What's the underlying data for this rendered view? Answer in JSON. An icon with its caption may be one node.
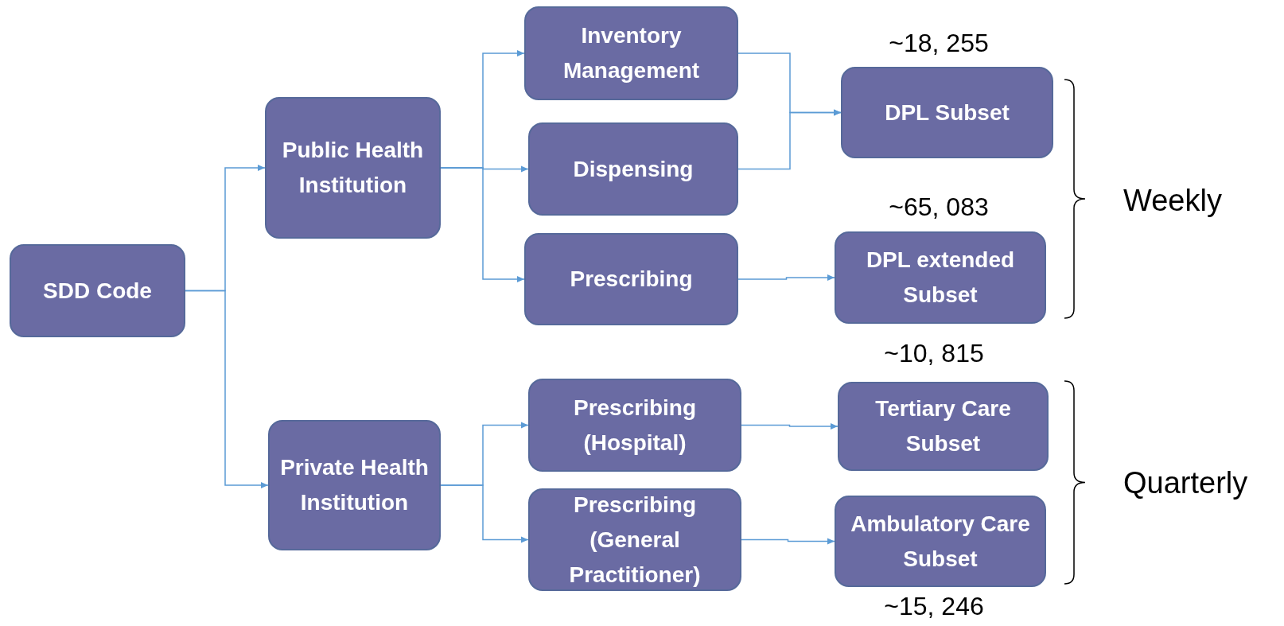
{
  "diagram": {
    "nodes": [
      {
        "text": [
          "SDD Code"
        ]
      },
      {
        "text": [
          "Public Health Institution"
        ]
      },
      {
        "text": [
          "Private Health Institution"
        ]
      },
      {
        "text": [
          "Inventory Management"
        ]
      },
      {
        "text": [
          "Dispensing"
        ]
      },
      {
        "text": [
          "Prescribing"
        ]
      },
      {
        "text": [
          "Prescribing (Hospital)"
        ]
      },
      {
        "text": [
          "Prescribing (General Practitioner)"
        ]
      },
      {
        "text": [
          "DPL Subset"
        ],
        "beside": [
          "~18, 255"
        ]
      },
      {
        "text": [
          "DPL extended Subset"
        ],
        "beside": [
          "~65, 083"
        ]
      },
      {
        "text": [
          "Tertiary Care Subset"
        ],
        "beside": [
          "~10, 815"
        ]
      },
      {
        "text": [
          "Ambulatory Care Subset"
        ],
        "beside": [
          "~15, 246"
        ]
      }
    ],
    "edges": [
      {
        "from": 0,
        "to": 1,
        "arrow": "to"
      },
      {
        "from": 0,
        "to": 2,
        "arrow": "to"
      },
      {
        "from": 1,
        "to": 3,
        "arrow": "to"
      },
      {
        "from": 1,
        "to": 4,
        "arrow": "to"
      },
      {
        "from": 1,
        "to": 5,
        "arrow": "to"
      },
      {
        "from": 2,
        "to": 6,
        "arrow": "to"
      },
      {
        "from": 2,
        "to": 7,
        "arrow": "to"
      },
      {
        "from": 3,
        "to": 8,
        "arrow": "to"
      },
      {
        "from": 4,
        "to": 8,
        "arrow": "to"
      },
      {
        "from": 5,
        "to": 9,
        "arrow": "to"
      },
      {
        "from": 6,
        "to": 10,
        "arrow": "to"
      },
      {
        "from": 7,
        "to": 11,
        "arrow": "to"
      }
    ],
    "labels": [
      "Weekly",
      "Quarterly"
    ]
  }
}
